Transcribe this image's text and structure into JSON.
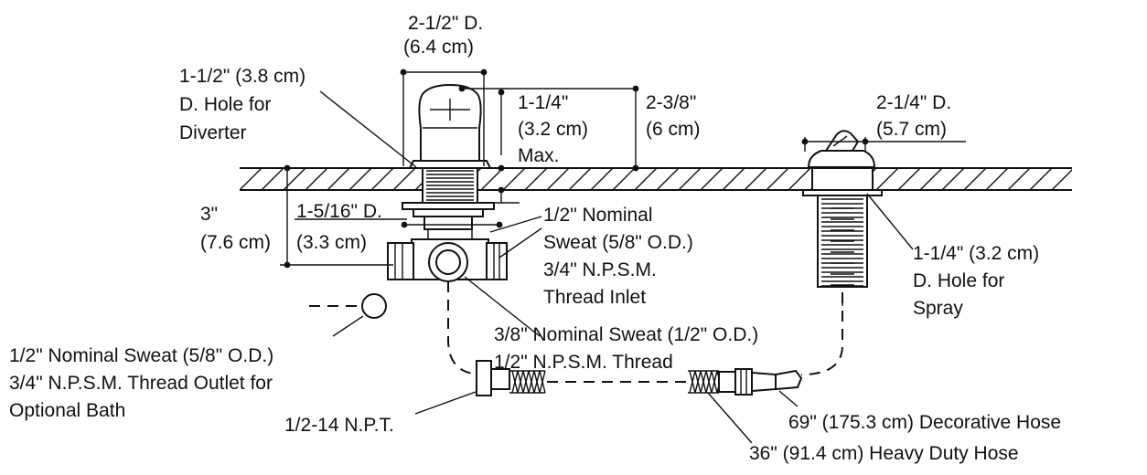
{
  "labels": {
    "diverter_diameter_l1": "2-1/2\" D.",
    "diverter_diameter_l2": "(6.4 cm)",
    "diverter_hole_l1": "1-1/2\" (3.8 cm)",
    "diverter_hole_l2": "D. Hole for",
    "diverter_hole_l3": "Diverter",
    "deck_max_l1": "1-1/4\"",
    "deck_max_l2": "(3.2 cm)",
    "deck_max_l3": "Max.",
    "diverter_height_l1": "2-3/8\"",
    "diverter_height_l2": "(6 cm)",
    "spray_diameter_l1": "2-1/4\" D.",
    "spray_diameter_l2": "(5.7 cm)",
    "below_depth_l1": "3\"",
    "below_depth_l2": "(7.6 cm)",
    "body_diameter_l1": "1-5/16\" D.",
    "body_diameter_l2": "(3.3 cm)",
    "inlet_l1": "1/2\" Nominal",
    "inlet_l2": "Sweat (5/8\" O.D.)",
    "inlet_l3": "3/4\" N.P.S.M.",
    "inlet_l4": "Thread Inlet",
    "spray_hole_l1": "1-1/4\" (3.2 cm)",
    "spray_hole_l2": "D. Hole for",
    "spray_hole_l3": "Spray",
    "outlet_center_l1": "3/8\" Nominal Sweat (1/2\" O.D.)",
    "outlet_center_l2": "1/2\" N.P.S.M. Thread",
    "bath_outlet_l1": "1/2\" Nominal Sweat (5/8\" O.D.)",
    "bath_outlet_l2": "3/4\" N.P.S.M. Thread Outlet for",
    "bath_outlet_l3": "Optional Bath",
    "npt": "1/2-14 N.P.T.",
    "decorative_hose": "69\" (175.3 cm) Decorative Hose",
    "heavy_hose": "36\" (91.4 cm) Heavy Duty Hose"
  }
}
